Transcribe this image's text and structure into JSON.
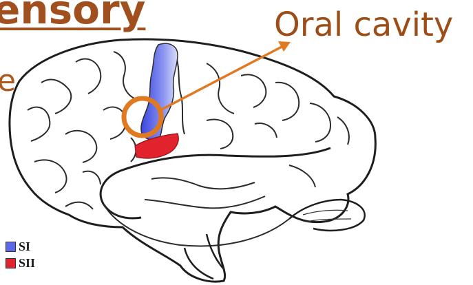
{
  "heading": {
    "title": "ensory",
    "fragment": "e"
  },
  "callout": {
    "label": "Oral cavity",
    "color": "#e07a22"
  },
  "regions": {
    "si_color": "#5b68e8",
    "sii_color": "#e0232c"
  },
  "legend": [
    {
      "label": "SI",
      "color": "#5b68e8"
    },
    {
      "label": "SII",
      "color": "#e0232c"
    }
  ]
}
